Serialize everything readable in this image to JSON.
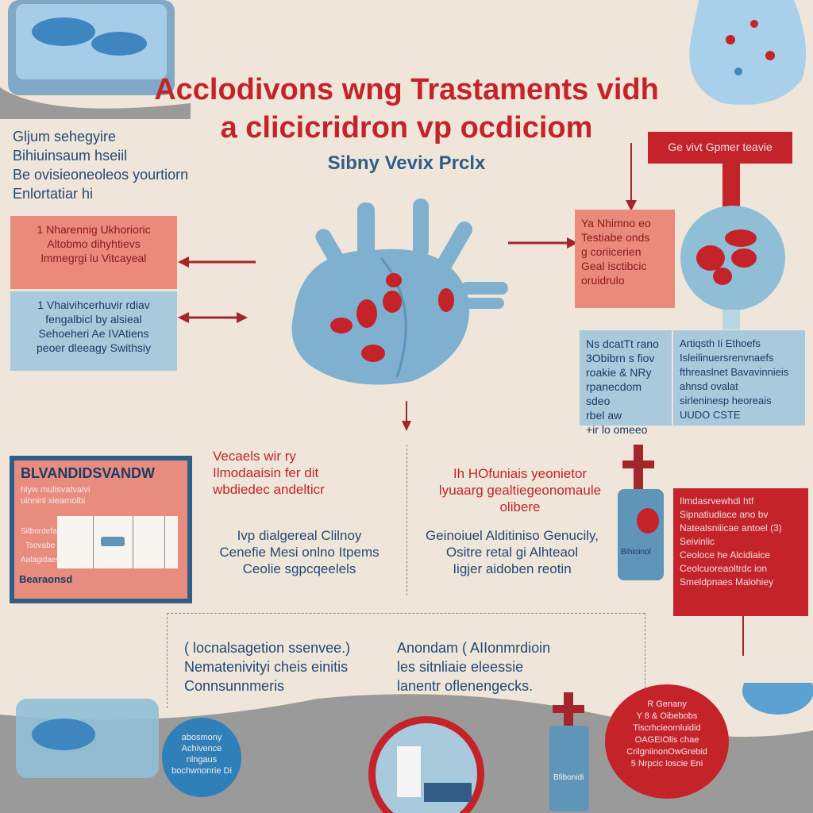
{
  "header": {
    "line1": "Acclodivons wng Trastaments vidh",
    "line2": "a clicicridron vp ocdiciom",
    "line3": "Sibny Vevix Prclx"
  },
  "intro_text": "Gljum sehegyire\nBihiuinsaum  hseiil\nBe ovisieoneoleos  yourtiorn\nEnlortatiar  hi",
  "left_box_top": "1 Nharennig Ukhorioric\nAltobmo dihyhtievs\nlmmegrgi lu Vitcayeal",
  "left_box_bottom": "1 Vhaivihcerhuvir  rdiav\nfengalbicl by alsieal\nSehoeheri Ae IVAtiens\npeoer dleeagy  Swithsiy",
  "right_label_top": "Ge vivt Gpmer teavie",
  "right_box": "Ya Nhimno  eo\nTestiabe onds\ng coriicerien\nGeal  isctibcic\noruidrulo",
  "right_blue_box_left": "Ns dcatTt  rano\n3Obibrn  s  fiov\nroakie & NRy\nrpanecdom sdeo\nrbel  aw\n+ir  lo omeeo",
  "right_blue_box_right": "Artiqsth Ii Ethoefs\nIsleilinuersrenvnaefs\nfthreaslnet Bavavinnieis\nahnsd ovalat\nsirleninesp  heoreais\nUUDO CSTE",
  "panel": {
    "title": "BLVANDIDSVANDW",
    "sub": "hlyw  mulisvatvaivi\nuinninl  xieamolbi",
    "row1": "Sitbordefa",
    "row2": "Tsovabe",
    "row3": "Aalagidaes",
    "footer": "Bearaonsd"
  },
  "middle_left": {
    "heading": "Vecaels wir ry\nIlmodaaisin fer dit\nwbdiedec andelticr",
    "body": "Ivp dialgereal  Clilnoy\nCenefie  Mesi onlno Itpems\nCeolie sgpcqeelels"
  },
  "middle_right": {
    "heading": "Ih  HOfuniais  yeonietor\nlyuaarg  gealtiegeonomaule\nolibere",
    "body": "Geinoiuel Alditiniso Genucily,\nOsitre retal  gi  Alhteaol\nIigjer aidoben reotin"
  },
  "right_red_box": "Ilmdasrvewhdi htf\nSipnatiudiace  ano  bv\nNatealsniiicae  antoel (3)\nSeivinlic\nCeoloce  he  Alcidiaice\nCeolcuoreaoltrdc  ion\nSmeldpnaes  Malohiey",
  "bottom_left": "( locnalsagetion ssenvee.)\nNematenivityi cheis  einitis\nConnsunnmeris",
  "bottom_right": "Anondam ( AIIonmrdioin\nles  sitnliaie eleessie\nlanentr  oflenengecks.",
  "circle_left": "abosmony\nAchivence\nnlngaus\nbochwnonrie Di",
  "circle_right": "R  Genany\nY  8 & Oibebobs\nTiscrhcieornluidid\nOAGEIOlis chae\nCrilgniinonOwGrebid\n5  Nrpcic  loscie  Eni",
  "bottle_label_right": "Bihioinol",
  "bottle_label_bottom": "Bfibonidi",
  "colors": {
    "accent_red": "#c4232a",
    "navy": "#224a7a",
    "light_blue": "#8fb7cf"
  }
}
